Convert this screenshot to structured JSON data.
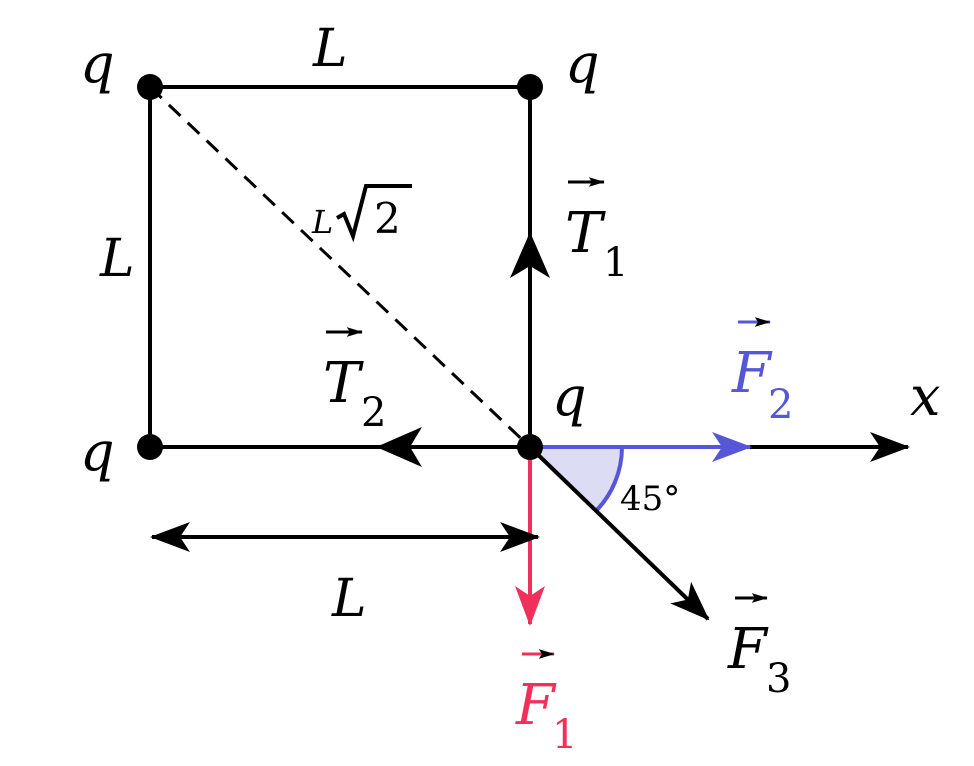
{
  "charge_label": "q",
  "side_label": "L",
  "diagonal": {
    "prefix": "L",
    "radicand": "2"
  },
  "axis_label": "x",
  "angle_label": "45°",
  "vectors": {
    "T1": {
      "letter": "T",
      "sub": "1"
    },
    "T2": {
      "letter": "T",
      "sub": "2"
    },
    "F1": {
      "letter": "F",
      "sub": "1"
    },
    "F2": {
      "letter": "F",
      "sub": "2"
    },
    "F3": {
      "letter": "F",
      "sub": "3"
    }
  },
  "colors": {
    "ink": "#000000",
    "f1": "#f0305a",
    "f2": "#5656d6",
    "angle_fill": "#dcdcf4"
  }
}
